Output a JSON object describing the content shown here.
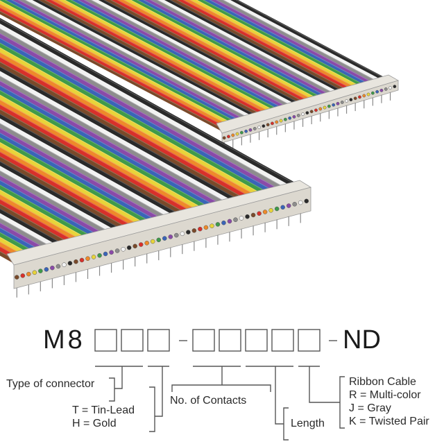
{
  "part_number": {
    "prefix": "M8",
    "separator": "-",
    "suffix": "ND"
  },
  "legend": {
    "connector_type": "Type of connector",
    "plating": [
      "T = Tin-Lead",
      "H = Gold"
    ],
    "contacts": "No. of Contacts",
    "length": "Length",
    "ribbon": [
      "Ribbon Cable",
      "R = Multi-color",
      "J = Gray",
      "K = Twisted Pair"
    ]
  },
  "colors": {
    "wires": [
      "#7a4a2a",
      "#d8302a",
      "#ee8a2a",
      "#e8d43a",
      "#3f9a4a",
      "#3a64b8",
      "#8a4aa8",
      "#8d8d8d",
      "#f2f2f2",
      "#2a2a2a"
    ],
    "connector": "#dcd8cf",
    "line": "#555555"
  }
}
